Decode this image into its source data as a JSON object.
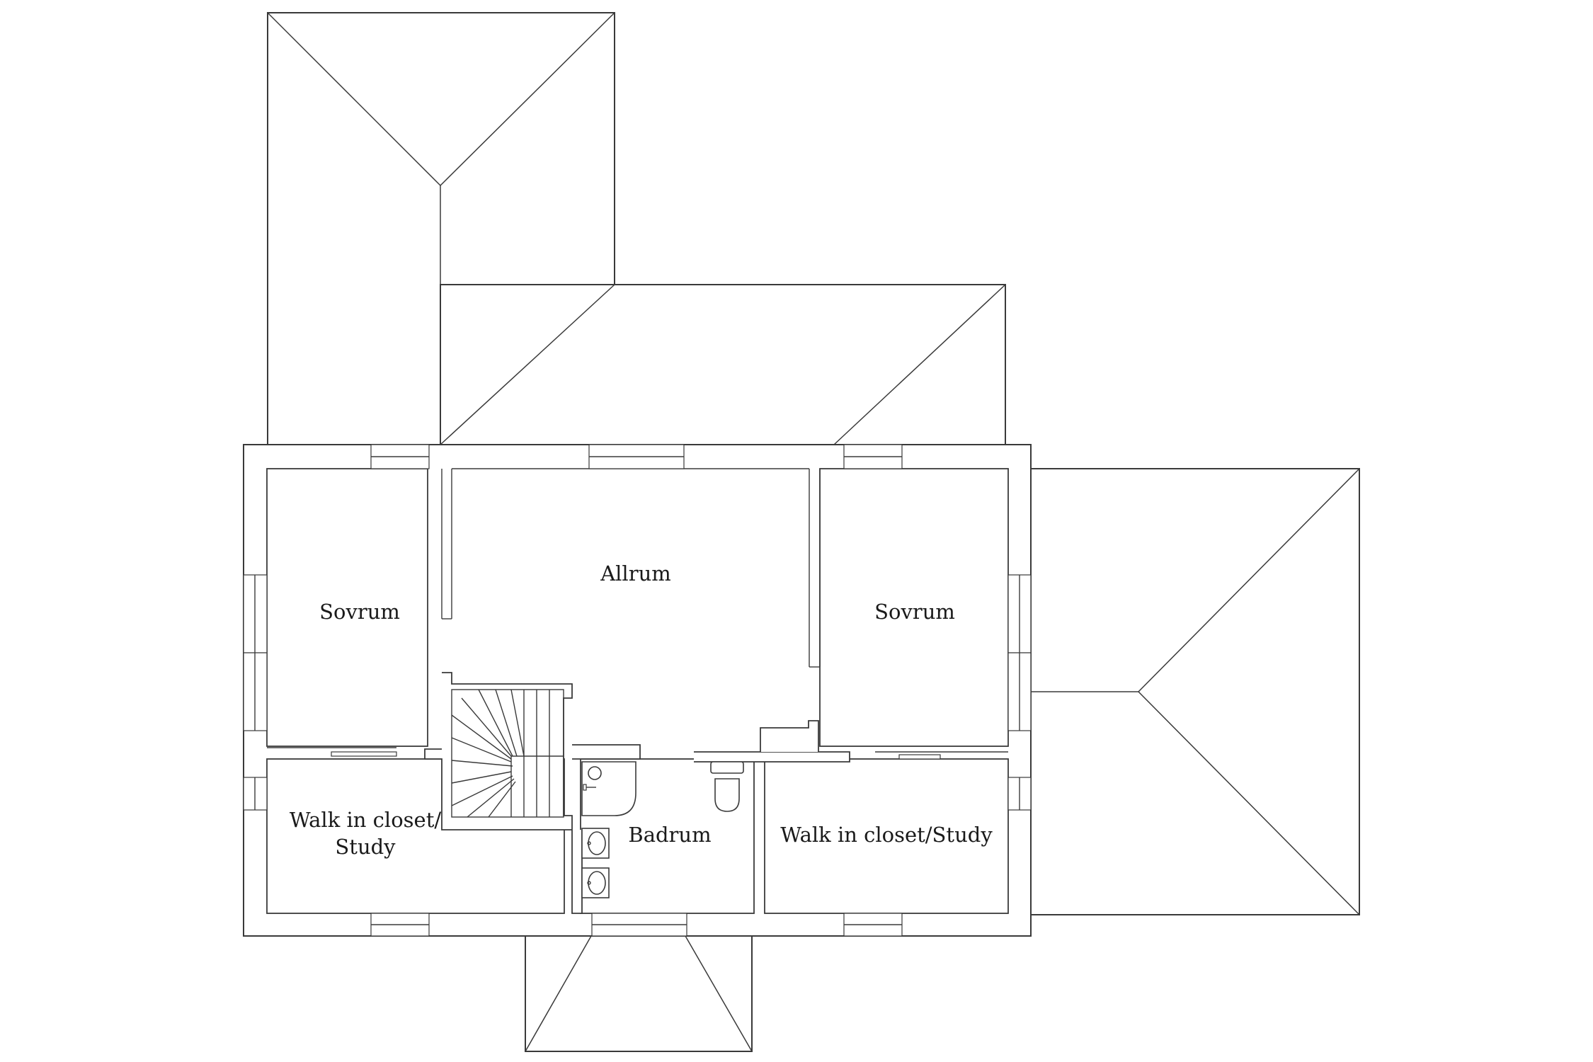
{
  "rooms": {
    "allrum": "Allrum",
    "sovrum_left": "Sovrum",
    "sovrum_right": "Sovrum",
    "walk_in_left_line1": "Walk in closet/",
    "walk_in_left_line2": "Study",
    "badrum": "Badrum",
    "walk_in_right": "Walk in closet/Study"
  },
  "colors": {
    "line": "#3a3a3a",
    "text": "#1a1a1a",
    "background": "#ffffff"
  }
}
